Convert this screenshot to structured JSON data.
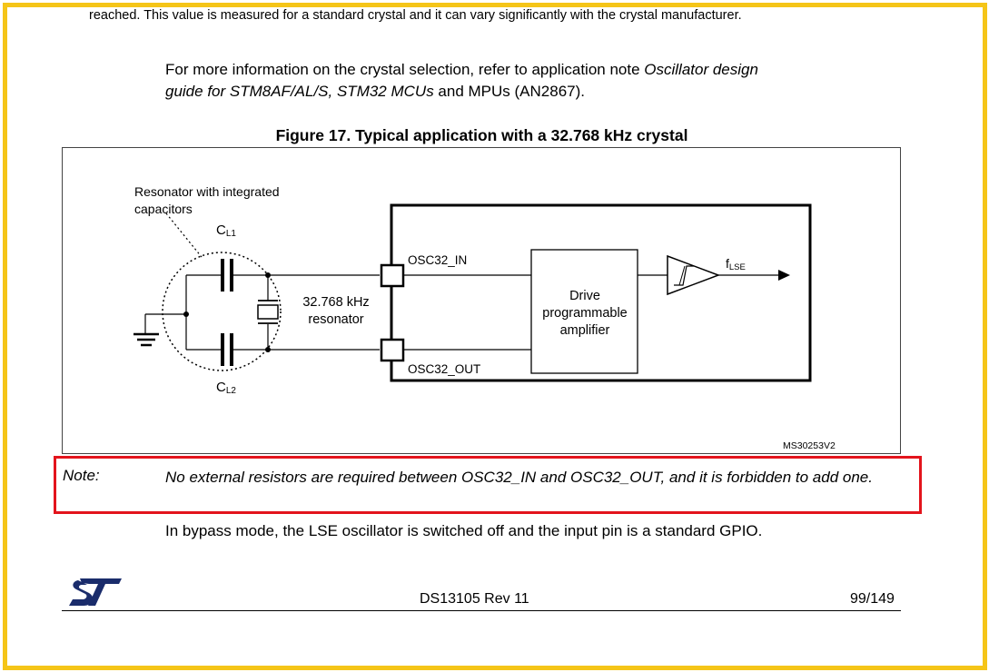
{
  "header": {
    "cut_off_line": "reached. This value is measured for a standard crystal and it can vary significantly with the crystal manufacturer."
  },
  "intro": {
    "line1_prefix": "For more information on the crystal selection, refer to application note ",
    "line1_italic": "Oscillator design",
    "line2_italic": "guide for STM8AF/AL/S, STM32 MCUs",
    "line2_suffix": " and MPUs (AN2867)."
  },
  "figure": {
    "title": "Figure 17. Typical application with a 32.768 kHz crystal",
    "resonator_label_line1": "Resonator with integrated",
    "resonator_label_line2": "capacitors",
    "cl1_main": "C",
    "cl1_sub": "L1",
    "cl2_main": "C",
    "cl2_sub": "L2",
    "crystal_label_line1": "32.768 kHz",
    "crystal_label_line2": "resonator",
    "pin_in": "OSC32_IN",
    "pin_out": "OSC32_OUT",
    "amp_line1": "Drive",
    "amp_line2": "programmable",
    "amp_line3": "amplifier",
    "output_main": "f",
    "output_sub": "LSE",
    "figure_code": "MS30253V2"
  },
  "note": {
    "label": "Note:",
    "text": "No external resistors are required between OSC32_IN and OSC32_OUT, and it is forbidden to add one."
  },
  "bypass": {
    "text": "In bypass mode, the LSE oscillator is switched off and the input pin is a standard GPIO."
  },
  "footer": {
    "doc_id": "DS13105 Rev 11",
    "page": "99/149"
  }
}
